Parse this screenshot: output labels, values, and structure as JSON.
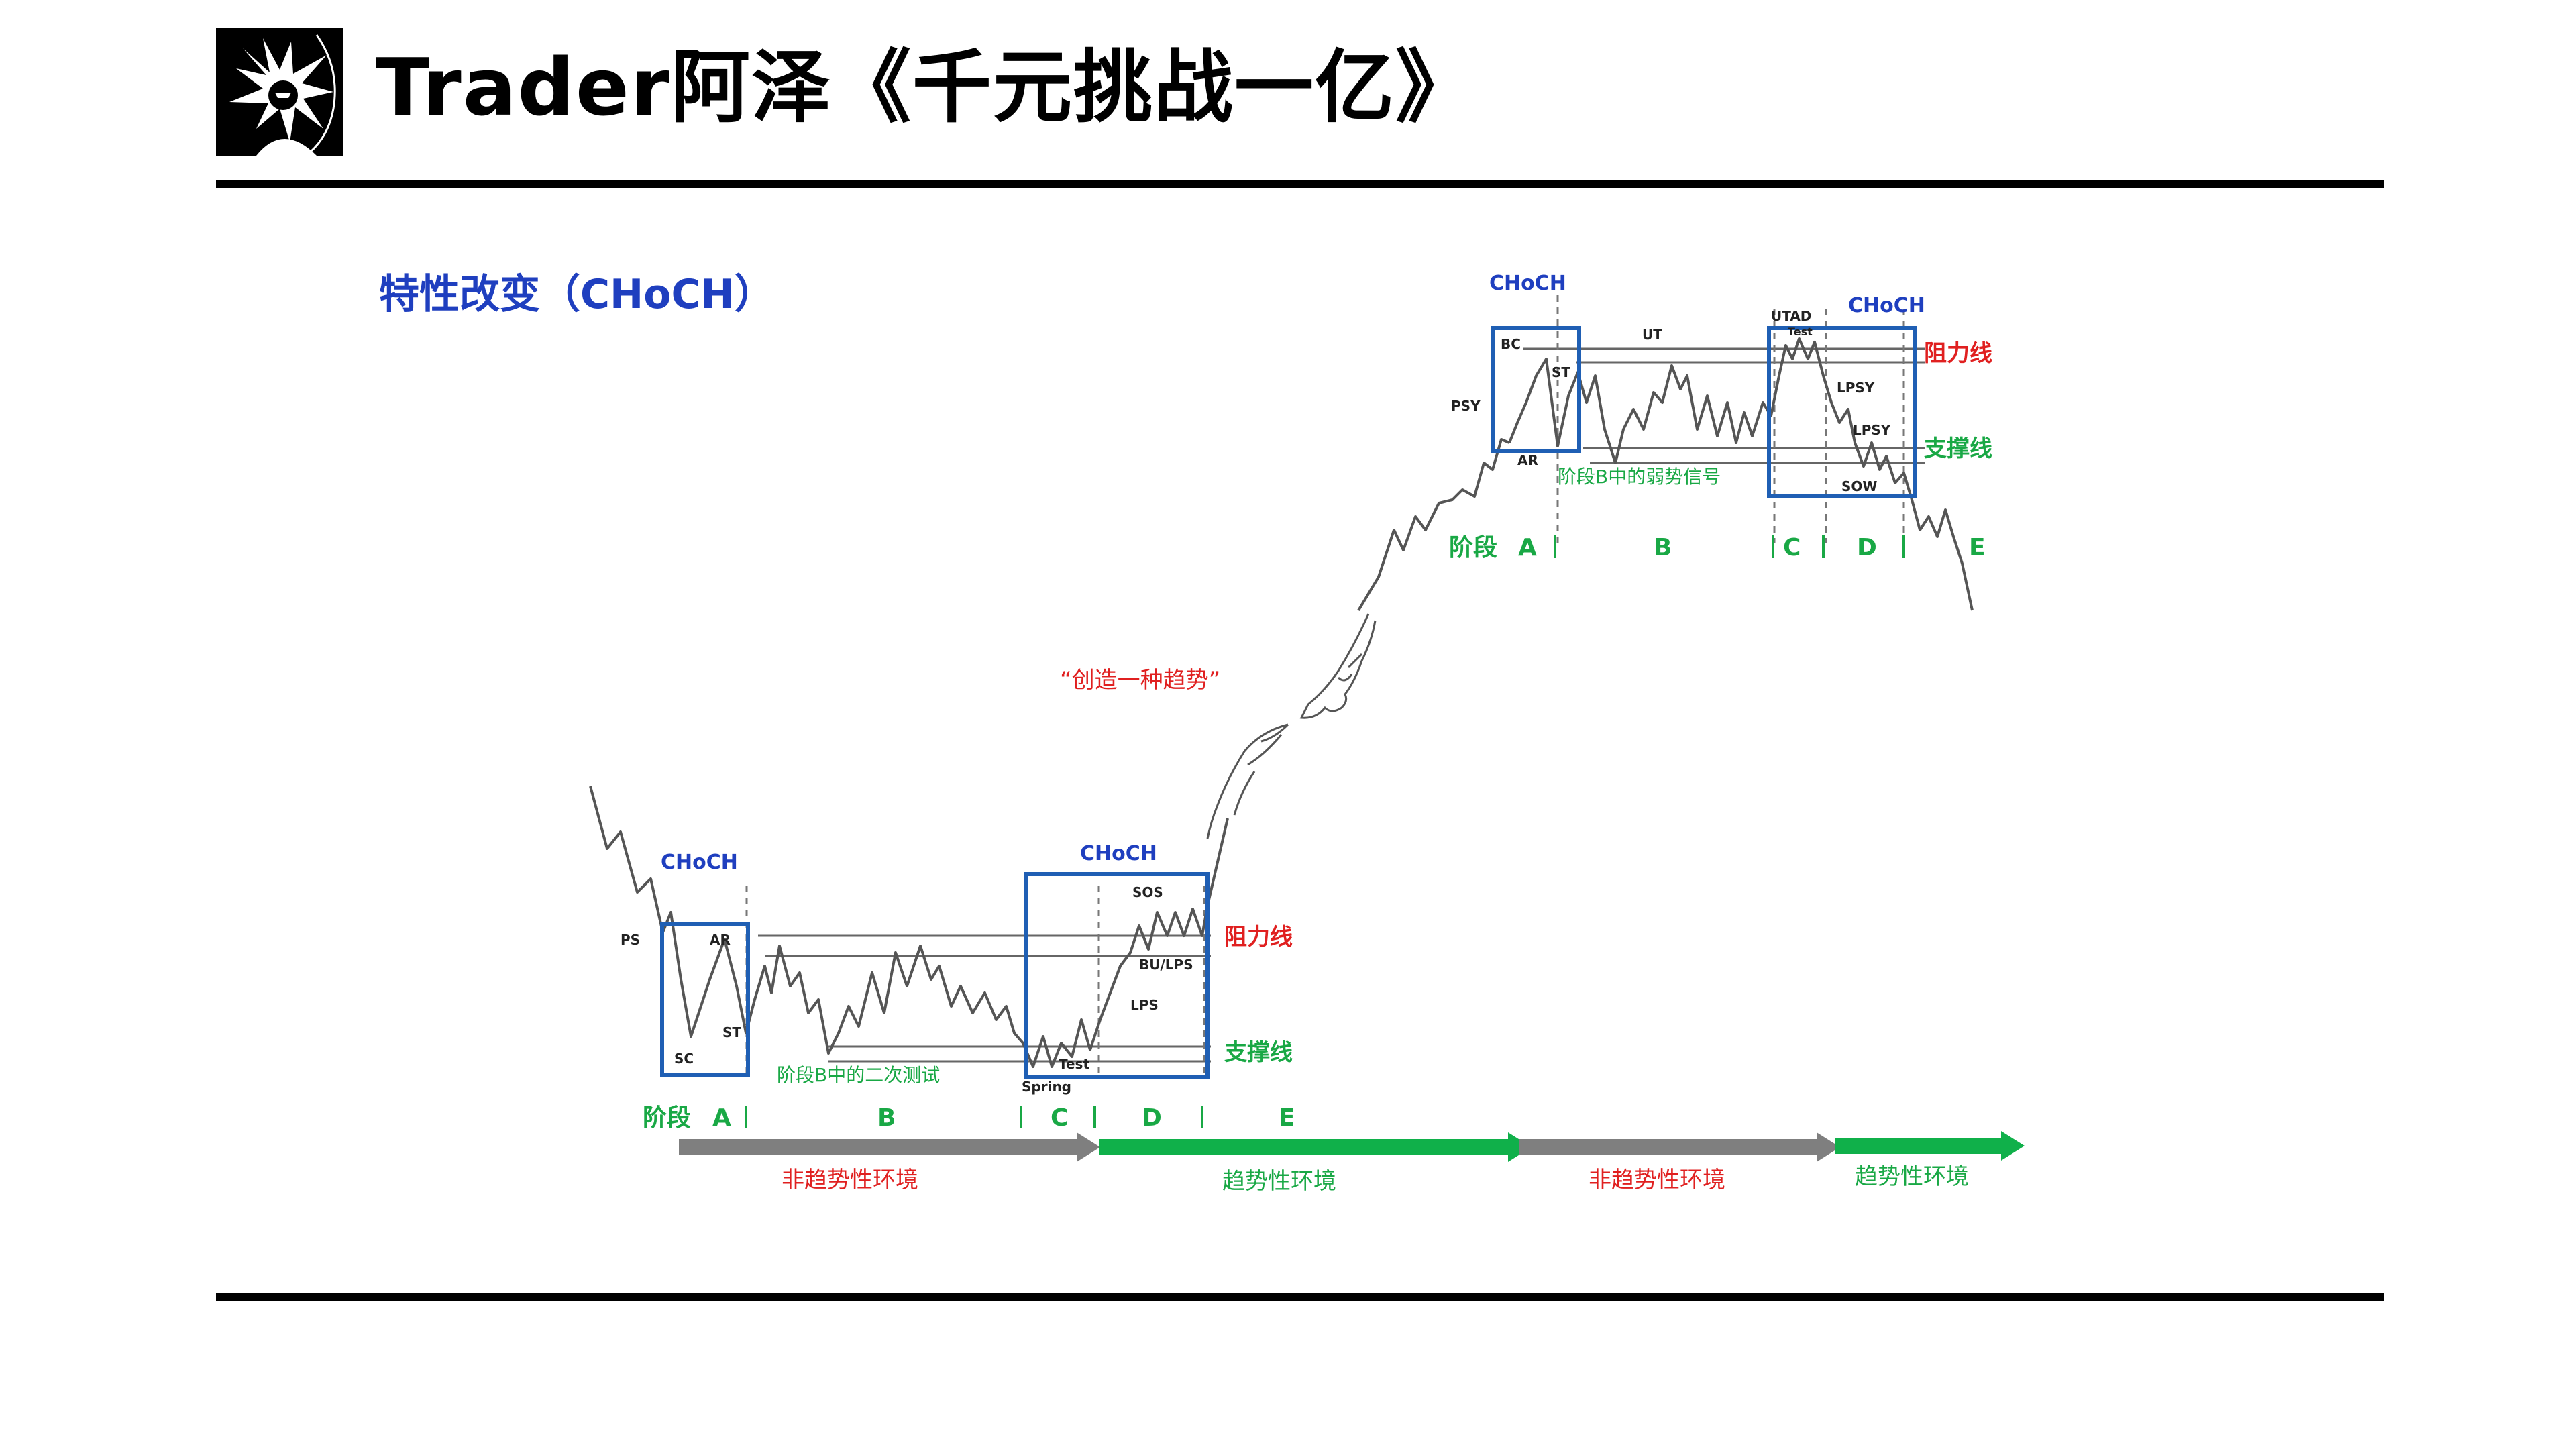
{
  "header": {
    "title": "Trader阿泽《千元挑战一亿》",
    "logo_icon": "trader-avatar-logo"
  },
  "slide": {
    "heading": "特性改变（CHoCH）"
  },
  "colors": {
    "choch_blue": "#1f5fb4",
    "choch_text": "#1f3fbf",
    "resistance_red": "#e02020",
    "support_green": "#19a845",
    "arrow_gray": "#7f7f7f",
    "arrow_green": "#10b04a",
    "price_line": "#555555"
  },
  "accumulation": {
    "choch_label": "CHoCH",
    "choch_label_2": "CHoCH",
    "events": {
      "ps": "PS",
      "sc": "SC",
      "ar": "AR",
      "st": "ST",
      "spring": "Spring",
      "test": "Test",
      "sos": "SOS",
      "bu_lps": "BU/LPS",
      "lps": "LPS"
    },
    "resistance": "阻力线",
    "support": "支撑线",
    "phase_b_note": "阶段B中的二次测试",
    "phase_label": "阶段",
    "phases": {
      "a": "A",
      "b": "B",
      "c": "C",
      "d": "D",
      "e": "E"
    }
  },
  "markup_note": "“创造一种趋势”",
  "distribution": {
    "choch_label": "CHoCH",
    "choch_label_2": "CHoCH",
    "events": {
      "psy": "PSY",
      "bc": "BC",
      "ar": "AR",
      "st": "ST",
      "ut": "UT",
      "utad": "UTAD",
      "test": "Test",
      "lpsy": "LPSY",
      "lpsy2": "LPSY",
      "sow": "SOW"
    },
    "resistance": "阻力线",
    "support": "支撑线",
    "phase_b_note": "阶段B中的弱势信号",
    "phase_label": "阶段",
    "phases": {
      "a": "A",
      "b": "B",
      "c": "C",
      "d": "D",
      "e": "E"
    }
  },
  "environment_arrows": [
    {
      "label": "非趋势性环境",
      "kind": "non-trending"
    },
    {
      "label": "趋势性环境",
      "kind": "trending"
    },
    {
      "label": "非趋势性环境",
      "kind": "non-trending"
    },
    {
      "label": "趋势性环境",
      "kind": "trending"
    }
  ]
}
